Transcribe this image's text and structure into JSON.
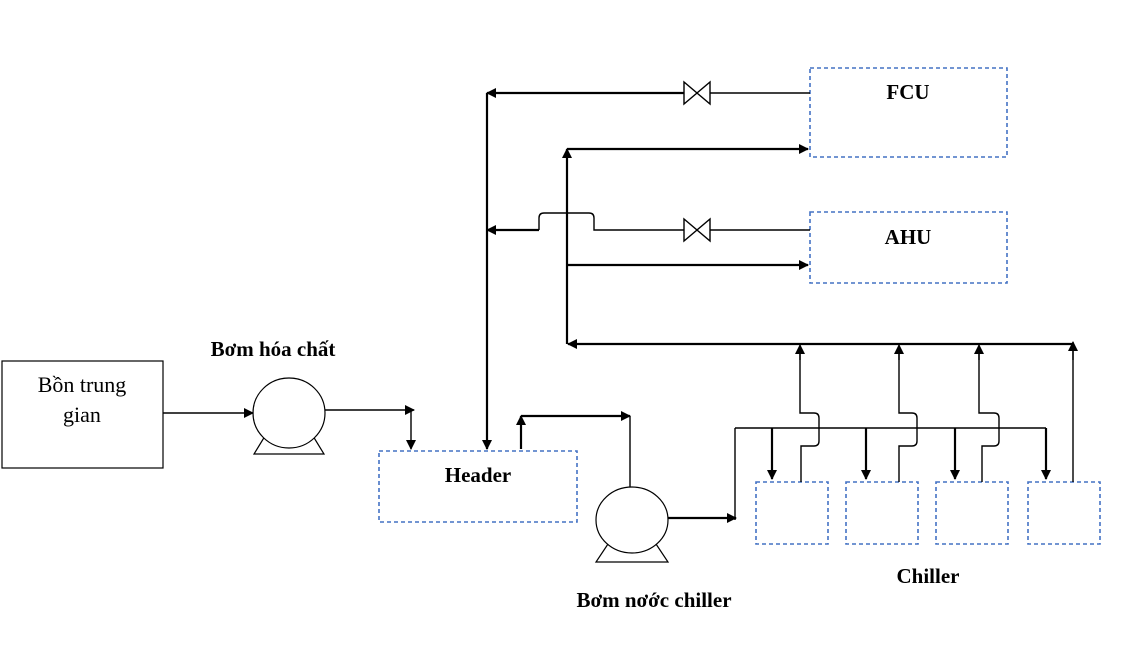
{
  "diagram": {
    "tank_label_line1": "Bồn trung",
    "tank_label_line2": "gian",
    "chemical_pump_label": "Bơm hóa chất",
    "header_label": "Header",
    "fcu_label": "FCU",
    "ahu_label": "AHU",
    "chiller_pump_label": "Bơm nơớc chiller",
    "chiller_label": "Chiller",
    "colors": {
      "dashed_box": "#4472c4",
      "line": "#000000"
    }
  }
}
